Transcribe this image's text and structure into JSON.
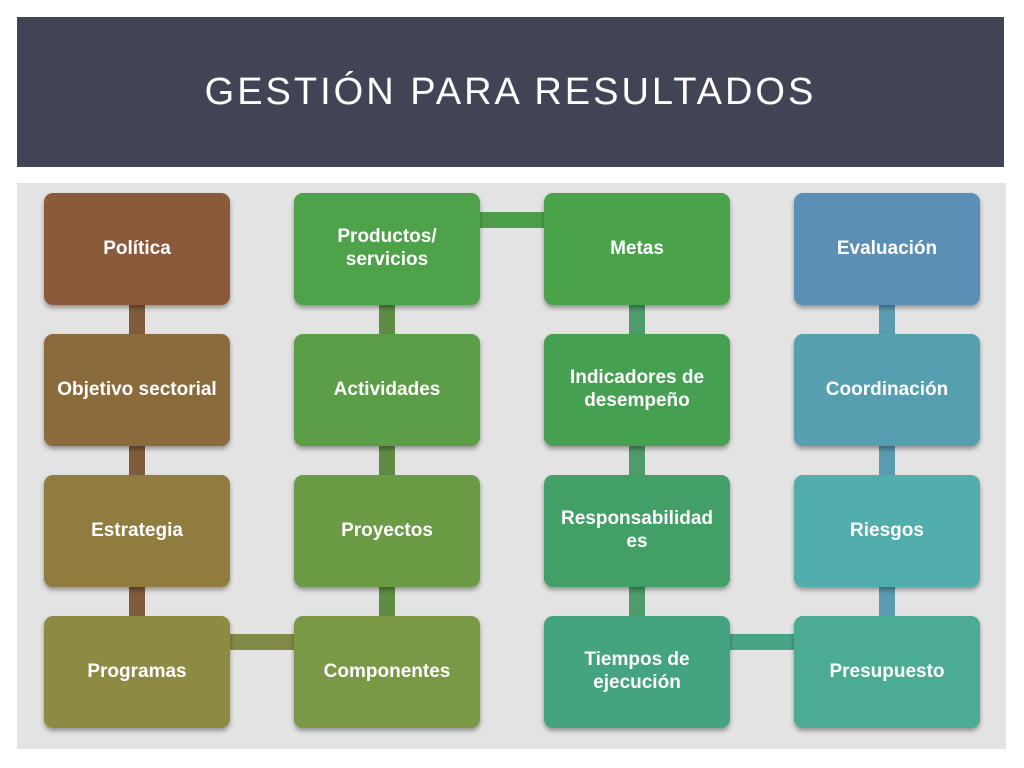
{
  "title": "GESTIÓN PARA RESULTADOS",
  "columns": [
    {
      "items": [
        "Política",
        "Objetivo sectorial",
        "Estrategia",
        "Programas"
      ],
      "colors": [
        "#8b5a3a",
        "#8b6a3c",
        "#8f7c3e",
        "#8d8a43"
      ],
      "connector_color": "#7d5a3a"
    },
    {
      "items": [
        "Productos/\nservicios",
        "Actividades",
        "Proyectos",
        "Componentes"
      ],
      "colors": [
        "#4ea24a",
        "#5c9e47",
        "#6b9b45",
        "#7b9846"
      ],
      "connector_color": "#5f8a45"
    },
    {
      "items": [
        "Metas",
        "Indicadores de\ndesempeño",
        "Responsabilidad\nes",
        "Tiempos de\nejecución"
      ],
      "colors": [
        "#4aa24a",
        "#46a052",
        "#42a067",
        "#43a47f"
      ],
      "connector_color": "#4f9a68"
    },
    {
      "items": [
        "Evaluación",
        "Coordinación",
        "Riesgos",
        "Presupuesto"
      ],
      "colors": [
        "#5b8fb5",
        "#569fb1",
        "#52adad",
        "#4cab93"
      ],
      "connector_color": "#5a9ab0"
    }
  ]
}
